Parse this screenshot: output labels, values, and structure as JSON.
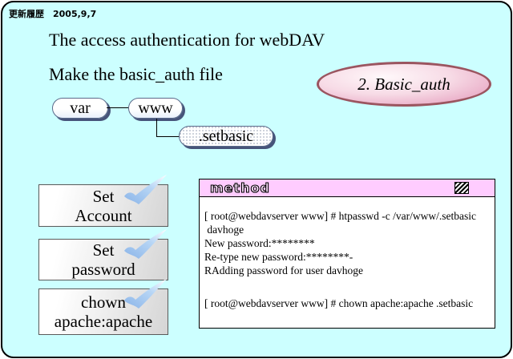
{
  "meta": {
    "update_history": "更新履歴　2005,9,7"
  },
  "title": "The access authentication for webDAV",
  "subtitle": "Make the basic_auth file",
  "badge": {
    "label": "2. Basic_auth"
  },
  "tree": {
    "nodes": [
      {
        "label": "var"
      },
      {
        "label": "www"
      },
      {
        "label": ".setbasic"
      }
    ]
  },
  "steps": [
    {
      "line1": "Set",
      "line2": "Account"
    },
    {
      "line1": "Set",
      "line2": "password"
    },
    {
      "line1": "chown",
      "line2": "apache:apache"
    }
  ],
  "method": {
    "header": "method",
    "lines": [
      "[ root@webdavserver www] # htpasswd -c /var/www/.setbasic",
      " davhoge",
      "New password:********",
      "Re-type new password:********-",
      "RAdding password for user davhoge",
      "[ root@webdavserver www] # chown apache:apache .setbasic"
    ]
  },
  "colors": {
    "background": "#ccffff",
    "method_header_bg": "#ffccff",
    "badge_border": "#9b5560",
    "badge_fill": "#e8a8c4",
    "pill_shadow": "#46547a",
    "check_mark": "#9cc7f0",
    "button_gradient_end": "#d5d5d5"
  }
}
